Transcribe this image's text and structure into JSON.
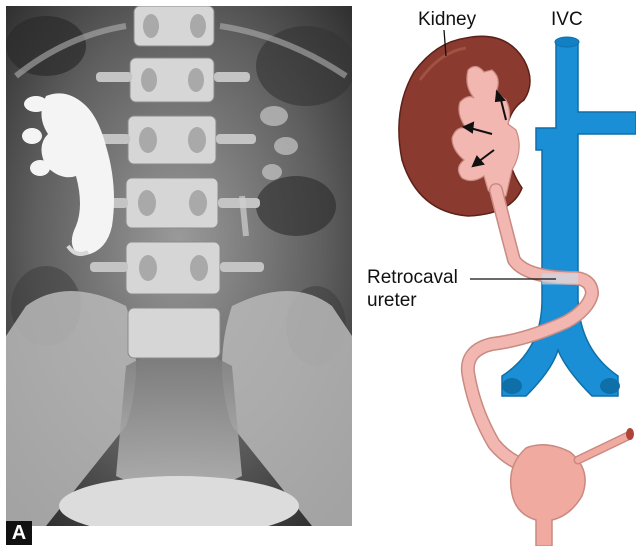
{
  "figure": {
    "panel_label": "A",
    "diagram_labels": {
      "kidney": "Kidney",
      "ivc": "IVC",
      "retrocaval_line1": "Retrocaval",
      "retrocaval_line2": "ureter"
    },
    "colors": {
      "kidney": "#8a3a2e",
      "ivc": "#1a8fd6",
      "ureter": "#f2b7b0",
      "bladder": "#f0aaa0"
    }
  }
}
